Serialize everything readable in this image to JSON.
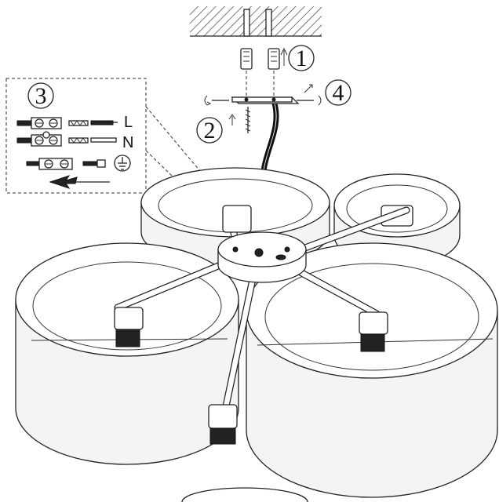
{
  "steps": {
    "step1": "1",
    "step2": "2",
    "step3": "3",
    "step4": "4"
  },
  "wiring": {
    "live_label": "L",
    "neutral_label": "N"
  },
  "icons": [
    "ceiling-hatch-icon",
    "wall-plug-icon",
    "screw-icon",
    "terminal-block-icon",
    "earth-ground-icon",
    "direction-arrow-icon"
  ],
  "colors": {
    "line": "#222222",
    "background": "#ffffff",
    "shade_fill": "#f4f4f4"
  }
}
